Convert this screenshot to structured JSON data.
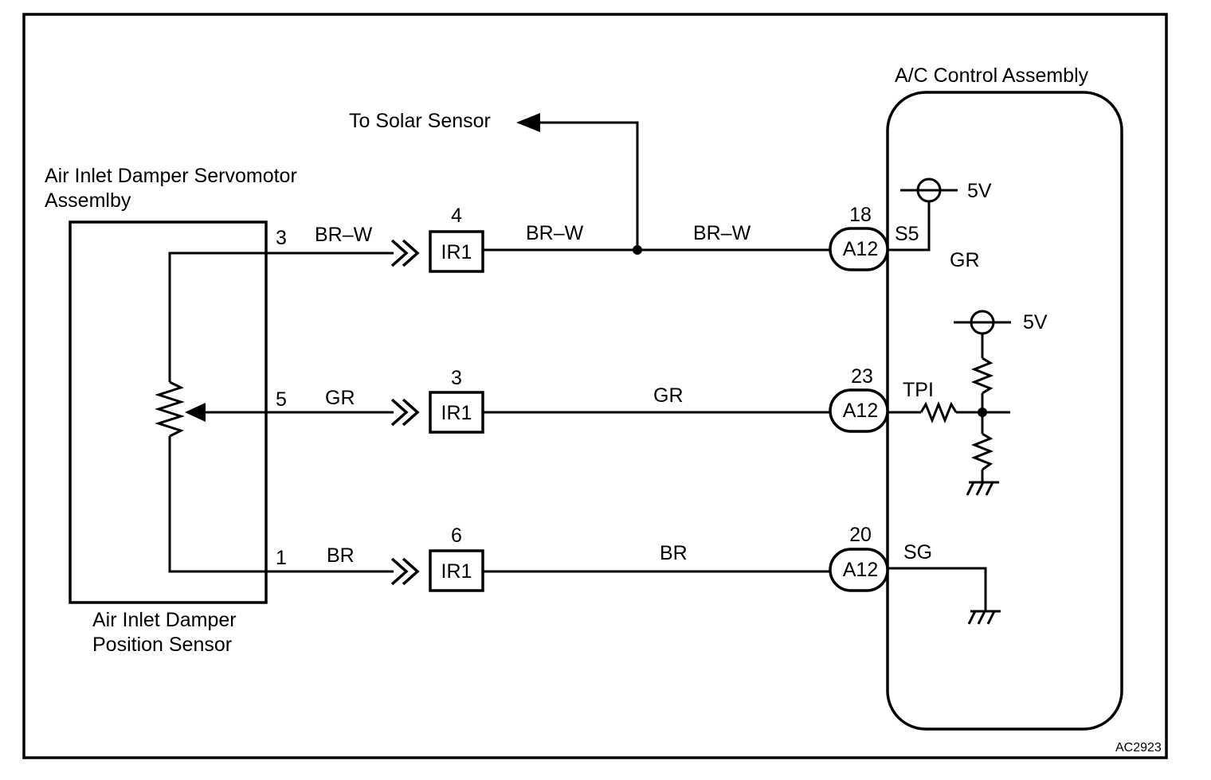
{
  "servomotor": {
    "title_line1": "Air Inlet Damper Servomotor",
    "title_line2": "Assemlby",
    "sensor_line1": "Air Inlet Damper",
    "sensor_line2": "Position Sensor",
    "pins": [
      "3",
      "5",
      "1"
    ]
  },
  "control": {
    "title": "A/C Control Assembly",
    "supply_top": "5V",
    "supply_mid": "5V",
    "inner_wire": "GR",
    "terminals": [
      "S5",
      "TPI",
      "SG"
    ]
  },
  "solar": {
    "label": "To Solar Sensor"
  },
  "wires": {
    "top_left": "BR–W",
    "top_mid": "BR–W",
    "top_right": "BR–W",
    "mid_left": "GR",
    "mid_right": "GR",
    "bot_left": "BR",
    "bot_right": "BR"
  },
  "connectors_ir1": [
    {
      "pin": "4",
      "name": "IR1"
    },
    {
      "pin": "3",
      "name": "IR1"
    },
    {
      "pin": "6",
      "name": "IR1"
    }
  ],
  "connectors_a12": [
    {
      "pin": "18",
      "name": "A12"
    },
    {
      "pin": "23",
      "name": "A12"
    },
    {
      "pin": "20",
      "name": "A12"
    }
  ],
  "figure_code": "AC2923"
}
